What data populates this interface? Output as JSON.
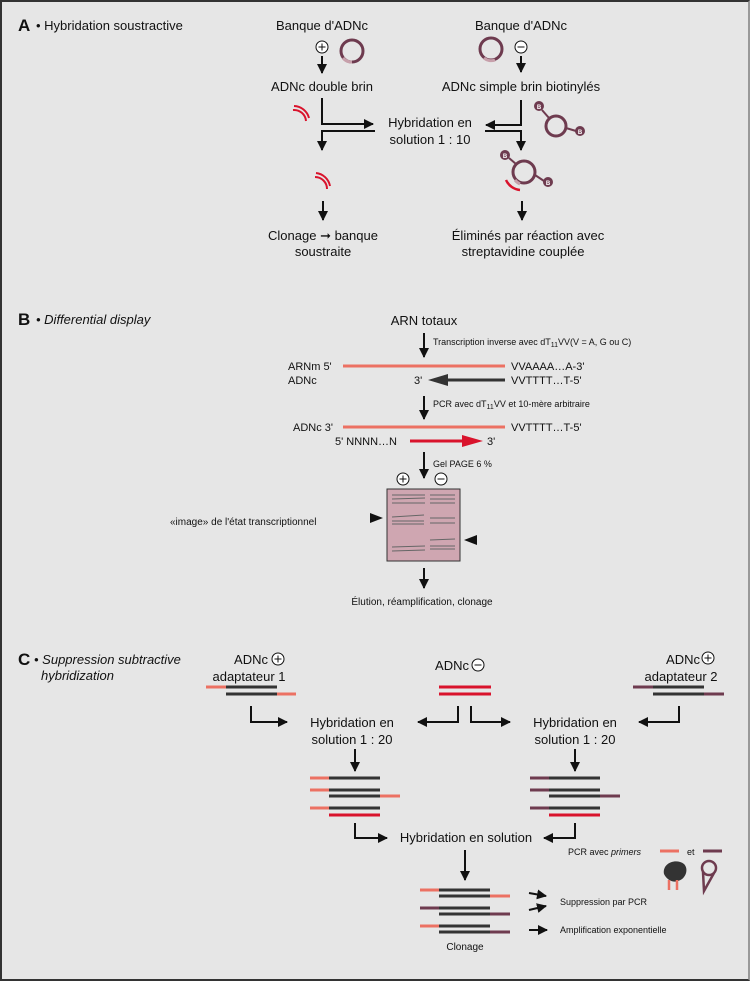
{
  "colors": {
    "background": "#e6e6e6",
    "red": "#d9132c",
    "salmon": "#ec7163",
    "plum": "#6e3b4f",
    "dark": "#333333",
    "gel": "#cfa6b1"
  },
  "sectionA": {
    "letter": "A",
    "title": "• Hybridation soustractive",
    "left_bank": "Banque d'ADNc",
    "left_sign": "+",
    "left_product": "ADNc double brin",
    "right_bank": "Banque d'ADNc",
    "right_sign": "−",
    "right_product": "ADNc simple brin biotinylés",
    "hybrid_line1": "Hybridation en",
    "hybrid_line2": "solution 1 : 10",
    "biotin_label": "B",
    "result_left_line1": "Clonage ➞ banque",
    "result_left_line2": "soustraite",
    "result_right_line1": "Éliminés par réaction avec",
    "result_right_line2": "streptavidine couplée"
  },
  "sectionB": {
    "letter": "B",
    "title": "• Differential display",
    "start": "ARN totaux",
    "step1_prefix": "Transcription inverse avec dT",
    "step1_sub": "11",
    "step1_suffix": "VV(V = A, G ou C)",
    "arnm_label": "ARNm 5'",
    "adnc_label": "ADNc",
    "arnm_end": "VVAAAA…A-3'",
    "adnc_start": "3'",
    "adnc_end": "VVTTTT…T-5'",
    "step2_prefix": "PCR avec dT",
    "step2_sub": "11",
    "step2_suffix": "VV et 10-mère arbitraire",
    "adnc3_label": "ADNc 3'",
    "adnc3_end": "VVTTTT…T-5'",
    "primer_label": "5' NNNN…N",
    "primer_end": "3'",
    "step3": "Gel PAGE 6 %",
    "gel_plus": "+",
    "gel_minus": "−",
    "image_label": "«image» de l'état transcriptionnel",
    "final": "Élution, réamplification, clonage"
  },
  "sectionC": {
    "letter": "C",
    "title_line1": "• Suppression subtractive",
    "title_line2": "hybridization",
    "left_label1": "ADNc",
    "left_sign": "+",
    "left_label2": "adaptateur 1",
    "center_label": "ADNc",
    "center_sign": "−",
    "right_label1": "ADNc",
    "right_sign": "+",
    "right_label2": "adaptateur 2",
    "hyb_left_line1": "Hybridation en",
    "hyb_left_line2": "solution 1 : 20",
    "hyb_right_line1": "Hybridation en",
    "hyb_right_line2": "solution 1 : 20",
    "hyb_center": "Hybridation en solution",
    "pcr_prefix": "PCR avec",
    "pcr_italic": "primers",
    "pcr_and": "et",
    "suppression": "Suppression par PCR",
    "amplification": "Amplification exponentielle",
    "cloning": "Clonage"
  }
}
